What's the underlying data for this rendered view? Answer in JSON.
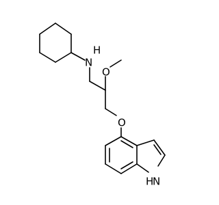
{
  "labels": {
    "amine": "N",
    "amine_h": "H",
    "methoxy_oxygen": "O",
    "ether_oxygen": "O",
    "indole_nh": "H",
    "indole_n": "N"
  }
}
